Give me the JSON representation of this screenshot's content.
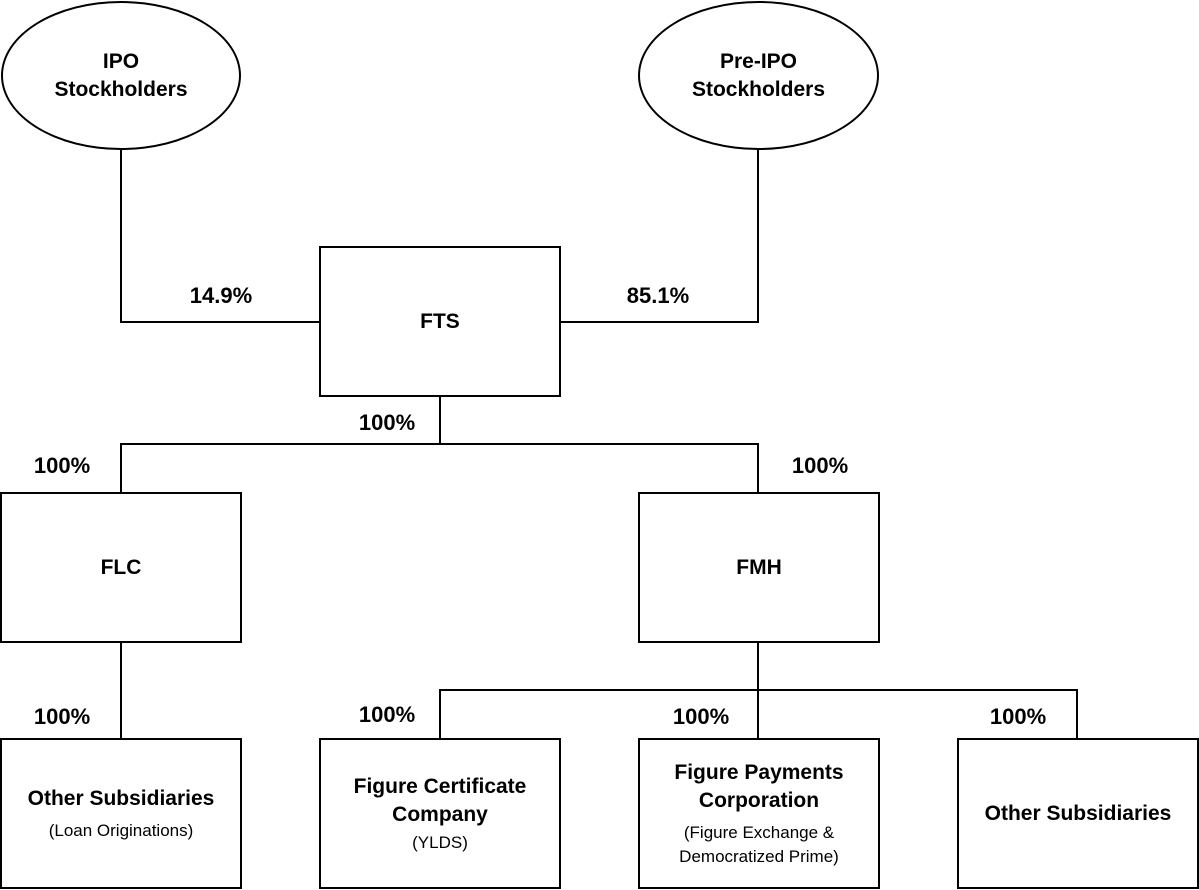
{
  "nodes": {
    "ipo": {
      "name_line1": "IPO",
      "name_line2": "Stockholders"
    },
    "pre_ipo": {
      "name_line1": "Pre-IPO",
      "name_line2": "Stockholders"
    },
    "fts": {
      "name": "FTS"
    },
    "flc": {
      "name": "FLC"
    },
    "fmh": {
      "name": "FMH"
    },
    "flc_other": {
      "name": "Other Subsidiaries",
      "sub": "(Loan Originations)"
    },
    "fcc": {
      "name_line1": "Figure Certificate",
      "name_line2": "Company",
      "sub": "(YLDS)"
    },
    "fpc": {
      "name_line1": "Figure Payments",
      "name_line2": "Corporation",
      "sub_line1": "(Figure Exchange &",
      "sub_line2": "Democratized Prime)"
    },
    "fmh_other": {
      "name": "Other Subsidiaries"
    }
  },
  "ownership": {
    "ipo_to_fts": "14.9%",
    "pre_ipo_to_fts": "85.1%",
    "fts_down": "100%",
    "fts_to_flc": "100%",
    "fts_to_fmh": "100%",
    "flc_to_other": "100%",
    "fmh_to_fcc": "100%",
    "fmh_to_fpc": "100%",
    "fmh_to_other": "100%"
  }
}
